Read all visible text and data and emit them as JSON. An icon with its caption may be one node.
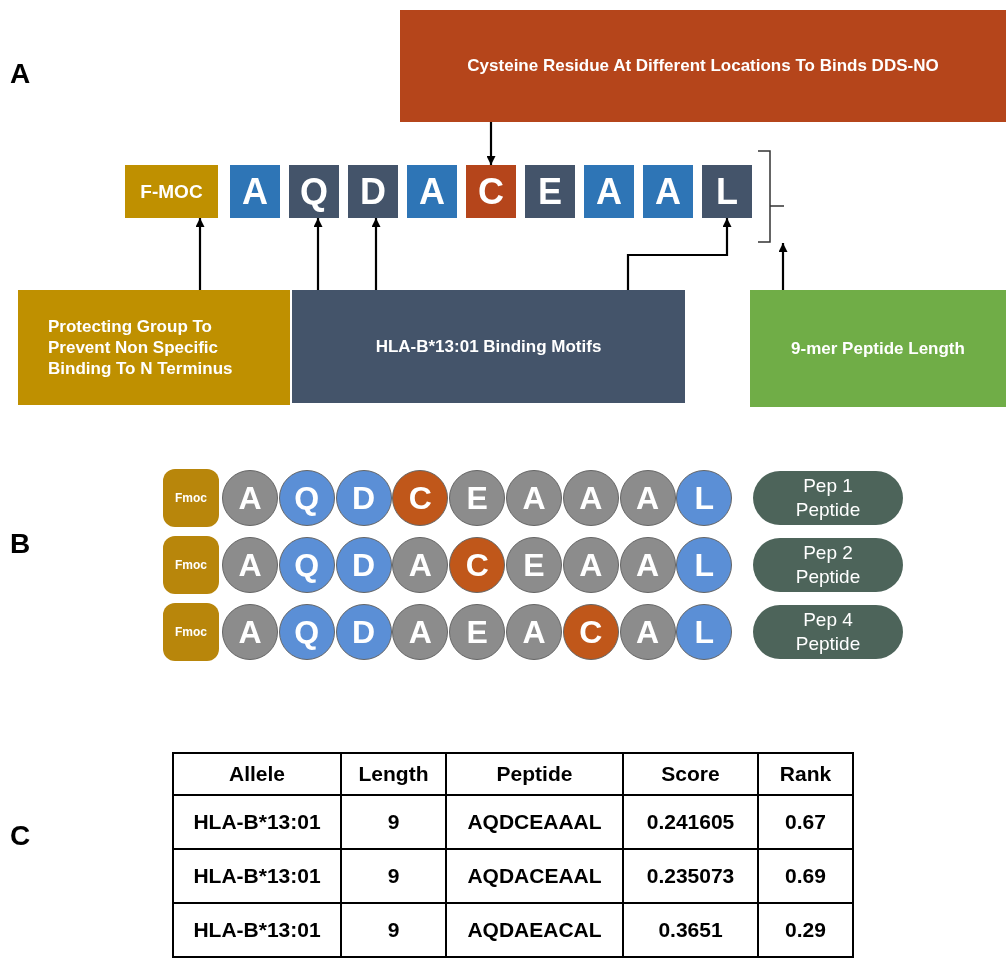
{
  "diagram": {
    "nodes": [
      {
        "text": [
          "Cysteine Residue At Different Locations To Binds DDS-NO"
        ]
      },
      {
        "text": [
          "F-MOC"
        ]
      },
      {
        "text": [
          "A"
        ]
      },
      {
        "text": [
          "Q"
        ]
      },
      {
        "text": [
          "D"
        ]
      },
      {
        "text": [
          "A"
        ]
      },
      {
        "text": [
          "C"
        ]
      },
      {
        "text": [
          "E"
        ]
      },
      {
        "text": [
          "A"
        ]
      },
      {
        "text": [
          "A"
        ]
      },
      {
        "text": [
          "L"
        ]
      },
      {
        "text": [
          "Protecting Group To Prevent Non Specific Binding To N Terminus"
        ]
      },
      {
        "text": [
          "HLA-B*13:01 Binding Motifs"
        ]
      },
      {
        "text": [
          "9-mer Peptide Length"
        ]
      },
      {
        "text": [
          "Fmoc"
        ]
      },
      {
        "text": [
          "A"
        ]
      },
      {
        "text": [
          "Q"
        ]
      },
      {
        "text": [
          "D"
        ]
      },
      {
        "text": [
          "C"
        ]
      },
      {
        "text": [
          "E"
        ]
      },
      {
        "text": [
          "A"
        ]
      },
      {
        "text": [
          "A"
        ]
      },
      {
        "text": [
          "A"
        ]
      },
      {
        "text": [
          "L"
        ]
      },
      {
        "text": [
          "Pep 1 Peptide"
        ]
      },
      {
        "text": [
          "Fmoc"
        ]
      },
      {
        "text": [
          "A"
        ]
      },
      {
        "text": [
          "Q"
        ]
      },
      {
        "text": [
          "D"
        ]
      },
      {
        "text": [
          "A"
        ]
      },
      {
        "text": [
          "C"
        ]
      },
      {
        "text": [
          "E"
        ]
      },
      {
        "text": [
          "A"
        ]
      },
      {
        "text": [
          "A"
        ]
      },
      {
        "text": [
          "L"
        ]
      },
      {
        "text": [
          "Pep 2 Peptide"
        ]
      },
      {
        "text": [
          "Fmoc"
        ]
      },
      {
        "text": [
          "A"
        ]
      },
      {
        "text": [
          "Q"
        ]
      },
      {
        "text": [
          "D"
        ]
      },
      {
        "text": [
          "A"
        ]
      },
      {
        "text": [
          "E"
        ]
      },
      {
        "text": [
          "A"
        ]
      },
      {
        "text": [
          "C"
        ]
      },
      {
        "text": [
          "A"
        ]
      },
      {
        "text": [
          "L"
        ]
      },
      {
        "text": [
          "Pep 4 Peptide"
        ]
      },
      {
        "text": [],
        "shape": "bracket"
      }
    ],
    "edges": [
      {
        "from": 0,
        "to": 6,
        "arrow": "to"
      },
      {
        "from": 11,
        "to": 1,
        "arrow": "to"
      },
      {
        "from": 12,
        "to": 3,
        "arrow": "to"
      },
      {
        "from": 12,
        "to": 4,
        "arrow": "to"
      },
      {
        "from": 12,
        "to": 10,
        "arrow": "to"
      },
      {
        "from": 13,
        "to": 47,
        "arrow": "to"
      }
    ],
    "labels": [
      "A",
      "B",
      "C",
      "Allele",
      "Length",
      "Peptide",
      "Score",
      "Rank",
      "HLA-B*13:01",
      "9",
      "AQDCEAAAL",
      "0.241605",
      "0.67",
      "HLA-B*13:01",
      "9",
      "AQDACEAAL",
      "0.235073",
      "0.69",
      "HLA-B*13:01",
      "9",
      "AQDAEACAL",
      "0.3651",
      "0.29"
    ]
  }
}
